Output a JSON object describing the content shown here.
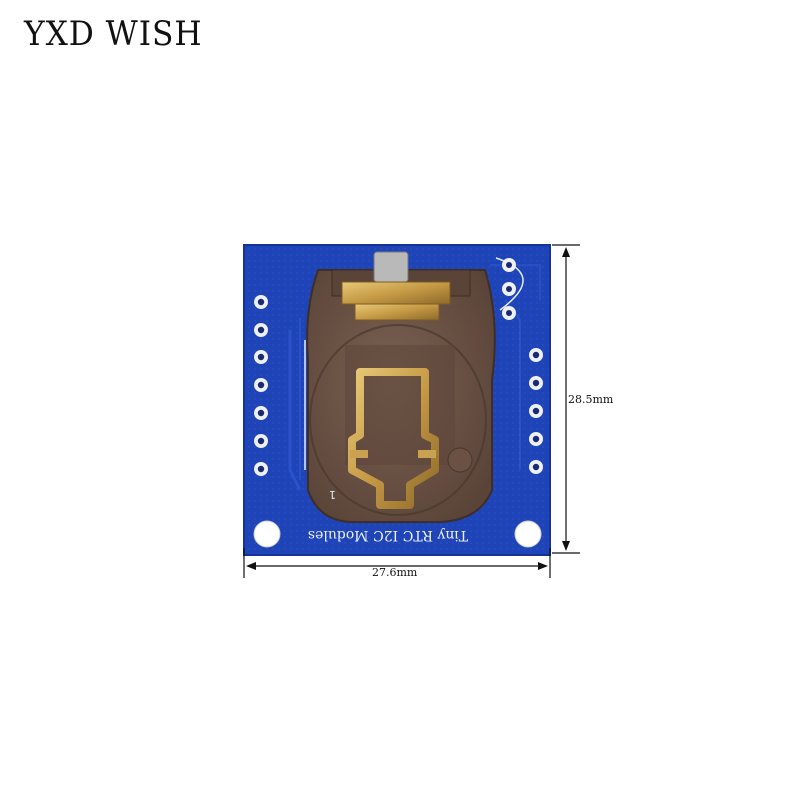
{
  "brand": {
    "name": "YXD WISH"
  },
  "product": {
    "board_label": "Tiny RTC I2C Modules",
    "pin_marker": "1",
    "width_label": "27.6mm",
    "height_label": "28.5mm"
  },
  "colors": {
    "pcb_blue": "#1e44b8",
    "pcb_dark": "#122e8a",
    "holder_brown": "#6b5346",
    "contact_gold": "#c9a150",
    "pad_white": "#eef0f6"
  }
}
